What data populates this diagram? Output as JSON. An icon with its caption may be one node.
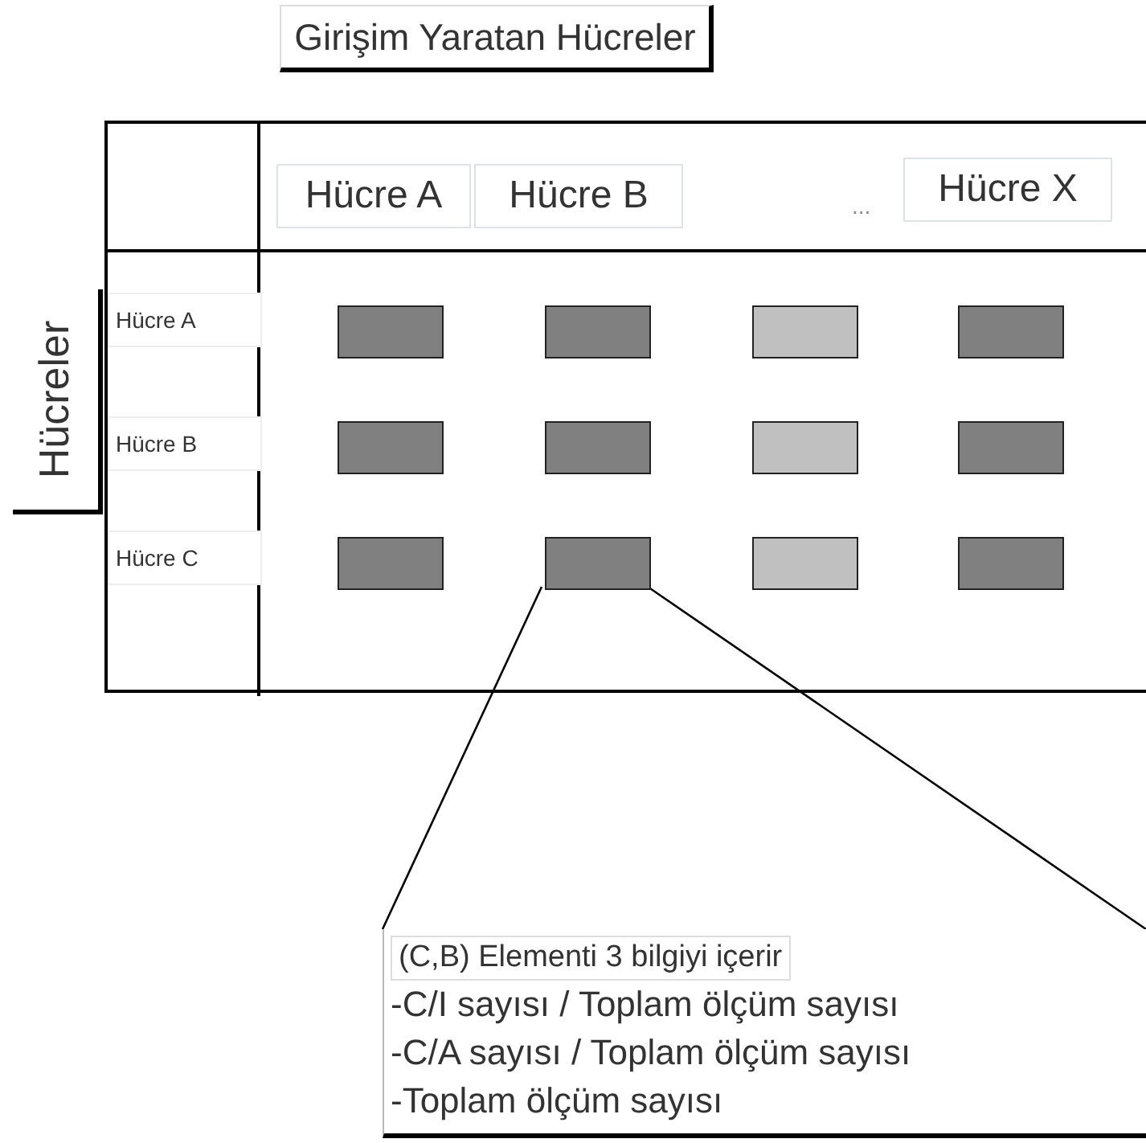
{
  "diagram": {
    "nodes": [
      {
        "text": [
          "Girişim Yaratan Hücreler"
        ]
      },
      {
        "text": [],
        "shape": "box"
      },
      {
        "text": [
          "Hücre A"
        ],
        "in": 1
      },
      {
        "text": [
          "Hücre B"
        ],
        "in": 1
      },
      {
        "text": [
          "Hücre X"
        ],
        "in": 1
      },
      {
        "text": [
          "Hücreler"
        ]
      },
      {
        "text": [
          "Hücre A"
        ],
        "in": 1
      },
      {
        "text": [
          "Hücre B"
        ],
        "in": 1
      },
      {
        "text": [
          "Hücre C"
        ],
        "in": 1
      },
      {
        "text": [],
        "shape": "box",
        "in": 1
      },
      {
        "text": [],
        "shape": "box",
        "in": 1
      },
      {
        "text": [],
        "shape": "box",
        "in": 1
      },
      {
        "text": [],
        "shape": "box",
        "in": 1
      },
      {
        "text": [],
        "shape": "box",
        "in": 1
      },
      {
        "text": [],
        "shape": "box",
        "in": 1
      },
      {
        "text": [],
        "shape": "box",
        "in": 1
      },
      {
        "text": [],
        "shape": "box",
        "in": 1
      },
      {
        "text": [],
        "shape": "box",
        "in": 1
      },
      {
        "text": [],
        "shape": "box",
        "in": 1
      },
      {
        "text": [],
        "shape": "box",
        "in": 1
      },
      {
        "text": [],
        "shape": "box",
        "in": 1
      },
      {
        "text": [
          "(C,B) Elementi 3 bilgiyi içerir",
          "-C/I sayısı / Toplam ölçüm sayısı",
          "-C/A sayısı / Toplam ölçüm sayısı",
          "-Toplam ölçüm sayısı"
        ]
      }
    ],
    "edges": [
      {
        "from": 18,
        "to": 21,
        "arrow": "none"
      },
      {
        "from": 18,
        "to": 21,
        "arrow": "none"
      }
    ],
    "labels": [
      "..."
    ]
  }
}
